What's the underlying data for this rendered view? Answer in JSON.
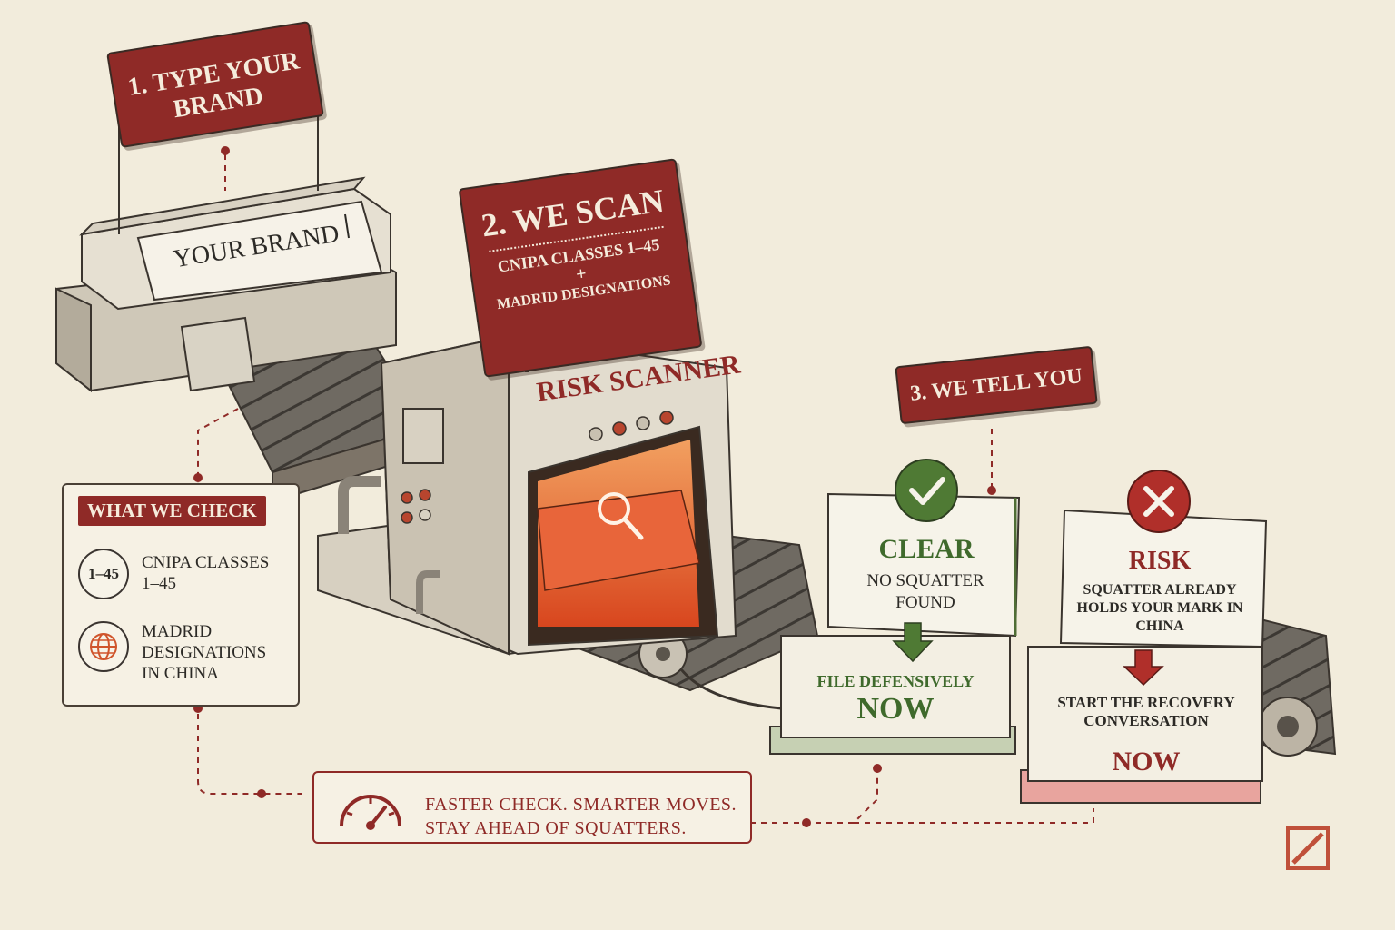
{
  "step1": {
    "banner": "1. Type your brand",
    "input_text": "YOUR BRAND"
  },
  "step2": {
    "banner_title": "2. We scan",
    "banner_line1": "CNIPA CLASSES 1–45",
    "banner_plus": "+",
    "banner_line2": "MADRID DESIGNATIONS",
    "machine_label": "RISK SCANNER"
  },
  "step3": {
    "banner": "3. We tell you"
  },
  "results": {
    "clear": {
      "title": "CLEAR",
      "description": "NO SQUATTER FOUND",
      "action_line1": "FILE DEFENSIVELY",
      "action_line2": "NOW"
    },
    "risk": {
      "title": "RISK",
      "description": "SQUATTER ALREADY HOLDS YOUR MARK IN CHINA",
      "action_line1": "START THE RECOVERY CONVERSATION",
      "action_line2": "NOW"
    }
  },
  "legend": {
    "title": "WHAT WE CHECK",
    "items": [
      {
        "badge": "1–45",
        "label": "CNIPA CLASSES 1–45",
        "icon": "number-badge-icon"
      },
      {
        "badge": "",
        "label": "MADRID DESIGNATIONS IN CHINA",
        "icon": "globe-icon"
      }
    ]
  },
  "tagline": {
    "line1": "FASTER CHECK. SMARTER MOVES.",
    "line2": "STAY AHEAD OF SQUATTERS.",
    "icon": "speedometer-icon"
  },
  "colors": {
    "accent_red": "#8f2a27",
    "clear_green": "#3f6a2c",
    "paper": "#f2ecdc",
    "scan_glow": "#e2602c",
    "ink": "#2c2a26"
  }
}
